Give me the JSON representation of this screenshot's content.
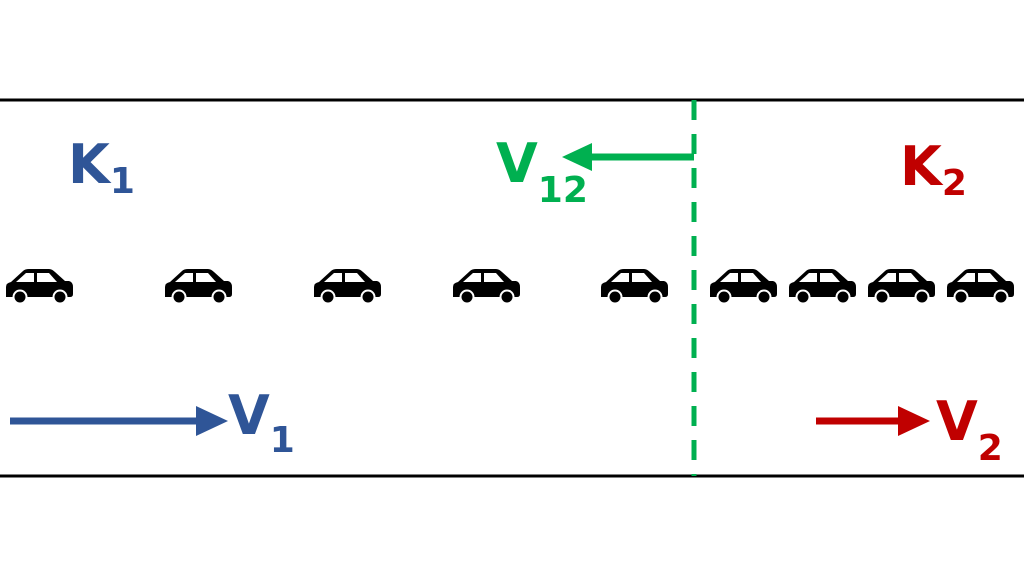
{
  "labels": {
    "k1": {
      "main": "K",
      "sub": "1"
    },
    "k2": {
      "main": "K",
      "sub": "2"
    },
    "v1": {
      "main": "V",
      "sub": "1"
    },
    "v2": {
      "main": "V",
      "sub": "2"
    },
    "v12": {
      "main": "V",
      "sub": "12"
    }
  },
  "colors": {
    "upstream": "#2f5597",
    "downstream": "#c00000",
    "shockwave": "#00b050",
    "road": "#000000"
  },
  "icons": {
    "vehicle": "car-icon"
  },
  "upstream_car_count": 5,
  "downstream_car_count": 4
}
